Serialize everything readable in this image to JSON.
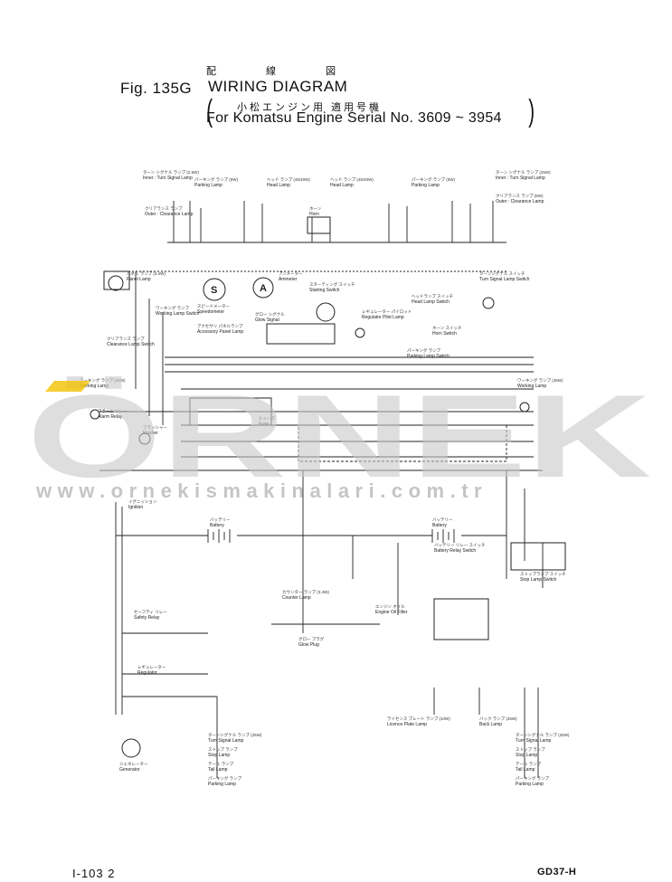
{
  "header": {
    "fig_label": "Fig. 135G",
    "title_jp": "配 線 図",
    "title": "WIRING DIAGRAM",
    "subtitle_jp": "小松エンジン用 適用号機",
    "subtitle": "For Komatsu Engine Serial No. 3609 ~ 3954",
    "paren_open": "(",
    "paren_close": ")"
  },
  "footer": {
    "page_left": "I-103 2",
    "page_right": "GD37-H"
  },
  "watermark": {
    "logo_text": "ÖRNEK",
    "url": "www.ornekismakinalari.com.tr",
    "color": "#c8c8c8",
    "accent": "#f2c200"
  },
  "components": [
    {
      "id": "inner-turn-left",
      "jp": "ターン シグナル ランプ (2.5W)",
      "en": "Inner : Turn Signal Lamp"
    },
    {
      "id": "parking-lamp-left",
      "jp": "パーキング ランプ (5W)",
      "en": "Parking Lamp"
    },
    {
      "id": "head-lamp-left",
      "jp": "ヘッド ランプ (45/40W)",
      "en": "Head Lamp"
    },
    {
      "id": "head-lamp-right",
      "jp": "ヘッド ランプ (45/40W)",
      "en": "Head Lamp"
    },
    {
      "id": "parking-lamp-right",
      "jp": "パーキング ランプ (5W)",
      "en": "Parking Lamp"
    },
    {
      "id": "inner-turn-right",
      "jp": "ターン シグナル ランプ (25W)",
      "en": "Inner : Turn Signal Lamp"
    },
    {
      "id": "outer-clearance-left",
      "jp": "クリアランス ランプ",
      "en": "Outer : Clearance Lamp"
    },
    {
      "id": "outer-clearance-right",
      "jp": "クリアランス ランプ (5W)",
      "en": "Outer : Clearance Lamp"
    },
    {
      "id": "horn",
      "jp": "ホーン",
      "en": "Horn"
    },
    {
      "id": "panel-lamp",
      "jp": "パネル ランプ (3.4W)",
      "en": "Panel Lamp"
    },
    {
      "id": "working-lamp-switch",
      "jp": "ワーキング ランプ",
      "en": "Working Lamp Switch"
    },
    {
      "id": "speedometer",
      "jp": "スピードメーター",
      "en": "Speedometer"
    },
    {
      "id": "ammeter",
      "jp": "アンメーター",
      "en": "Ammeter"
    },
    {
      "id": "starting-switch",
      "jp": "スターティング スイッチ",
      "en": "Starting Switch"
    },
    {
      "id": "head-lamp-switch",
      "jp": "ヘッドランプ スイッチ",
      "en": "Head Lamp Switch"
    },
    {
      "id": "turn-signal-lamp-switch",
      "jp": "ターンシグナル スイッチ",
      "en": "Turn Signal Lamp Switch"
    },
    {
      "id": "clearance-lamp-switch",
      "jp": "クリアランス ランプ",
      "en": "Clearance Lamp Switch"
    },
    {
      "id": "glow-signal",
      "jp": "グロー シグナル",
      "en": "Glow Signal"
    },
    {
      "id": "accessory-panel-lamp",
      "jp": "アクセサリ パネルランプ",
      "en": "Accessory Panel Lamp"
    },
    {
      "id": "regulator-pilot-lamp",
      "jp": "レギュレーター パイロット",
      "en": "Regulator Pilot Lamp"
    },
    {
      "id": "horn-switch",
      "jp": "ホーン スイッチ",
      "en": "Horn Switch"
    },
    {
      "id": "parking-lamp-switch",
      "jp": "パーキング ランプ",
      "en": "Parking Lamp Switch"
    },
    {
      "id": "working-lamp-left",
      "jp": "ワーキング ランプ (45W)",
      "en": "Working Lamp"
    },
    {
      "id": "working-lamp-right",
      "jp": "ワーキング ランプ (45W)",
      "en": "Working Lamp"
    },
    {
      "id": "alarm-relay",
      "jp": "アラーム リレー",
      "en": "Alarm Relay"
    },
    {
      "id": "flasher",
      "jp": "フラッシャー",
      "en": "Flasher"
    },
    {
      "id": "fuse",
      "jp": "ヒューズ",
      "en": "Fuse"
    },
    {
      "id": "ignition",
      "jp": "イグニッション",
      "en": "Ignition"
    },
    {
      "id": "battery-left",
      "jp": "バッテリー",
      "en": "Battery"
    },
    {
      "id": "battery-right",
      "jp": "バッテリー",
      "en": "Battery"
    },
    {
      "id": "battery-relay-switch",
      "jp": "バッテリー リレー スイッチ",
      "en": "Battery Relay Switch"
    },
    {
      "id": "stop-lamp-switch",
      "jp": "ストップランプ スイッチ",
      "en": "Stop Lamp Switch"
    },
    {
      "id": "counter-lamp",
      "jp": "カウンター ランプ (3.4W)",
      "en": "Counter Lamp"
    },
    {
      "id": "engine-oil-filter",
      "jp": "エンジン オイル",
      "en": "Engine Oil Filter"
    },
    {
      "id": "glow-plug",
      "jp": "グロー プラグ",
      "en": "Glow Plug"
    },
    {
      "id": "safety-relay",
      "jp": "セーフティ リレー",
      "en": "Safety Relay"
    },
    {
      "id": "regulator",
      "jp": "レギュレーター",
      "en": "Regulator"
    },
    {
      "id": "generator",
      "jp": "ジェネレーター",
      "en": "Generator"
    },
    {
      "id": "license-plate-lamp",
      "jp": "ライセンス プレート ランプ (10W)",
      "en": "Licence Plate Lamp"
    },
    {
      "id": "back-lamp",
      "jp": "バック ランプ (25W)",
      "en": "Back Lamp"
    },
    {
      "id": "turn-signal-lamp-rl",
      "jp": "ターンシグナル ランプ (25W)",
      "en": "Turn Signal Lamp"
    },
    {
      "id": "stop-lamp-rl",
      "jp": "ストップ ランプ",
      "en": "Stop Lamp"
    },
    {
      "id": "tail-lamp-rl",
      "jp": "テール ランプ",
      "en": "Tail Lamp"
    },
    {
      "id": "parking-lamp-rl",
      "jp": "パーキング ランプ",
      "en": "Parking Lamp"
    },
    {
      "id": "turn-signal-lamp-rr",
      "jp": "ターンシグナル ランプ (25W)",
      "en": "Turn Signal Lamp"
    },
    {
      "id": "stop-lamp-rr",
      "jp": "ストップ ランプ",
      "en": "Stop Lamp"
    },
    {
      "id": "tail-lamp-rr",
      "jp": "テール ランプ",
      "en": "Tail Lamp"
    },
    {
      "id": "parking-lamp-rr",
      "jp": "パーキング ランプ",
      "en": "Parking Lamp"
    }
  ]
}
